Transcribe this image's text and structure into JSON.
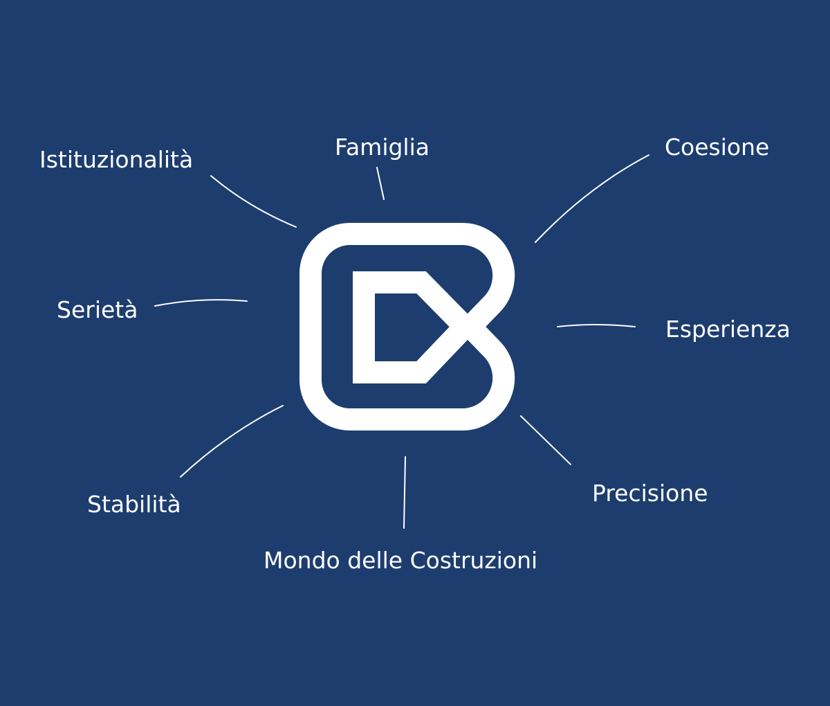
{
  "colors": {
    "background": "#1d3d6f",
    "foreground": "#ffffff"
  },
  "logo": {
    "icon": "cb-monogram-logo-icon"
  },
  "values": {
    "famiglia": "Famiglia",
    "istituzionalita": "Istituzionalità",
    "coesione": "Coesione",
    "serieta": "Serietà",
    "esperienza": "Esperienza",
    "stabilita": "Stabilità",
    "precisione": "Precisione",
    "mondo_costruzioni": "Mondo delle Costruzioni"
  }
}
